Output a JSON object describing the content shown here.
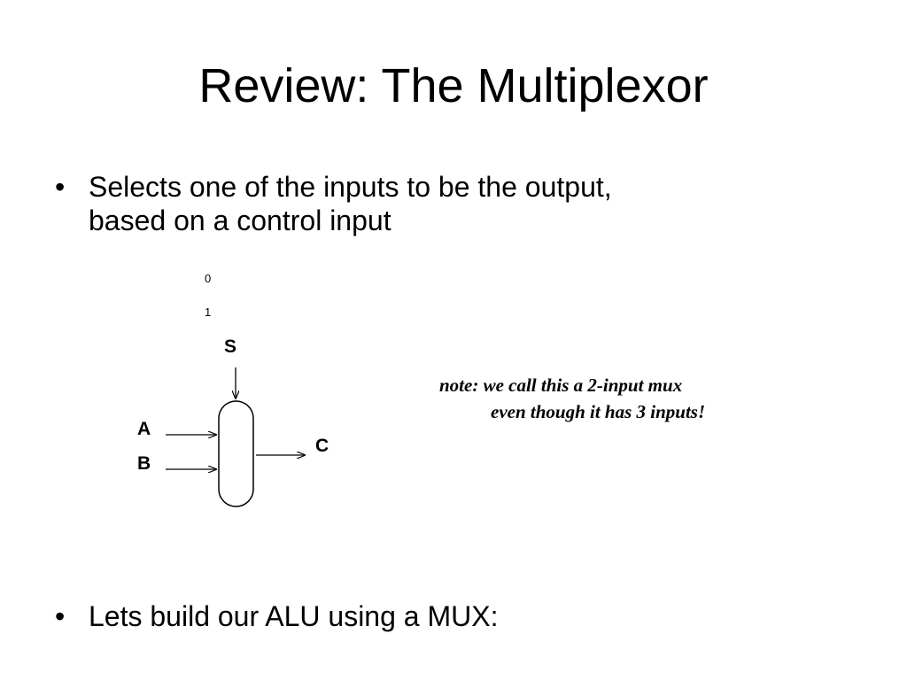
{
  "slide": {
    "title": "Review:  The Multiplexor",
    "bullet_char": "•",
    "bullets": [
      {
        "line1": "Selects one of the  inputs to be the output,",
        "line2": "based on a control input"
      },
      {
        "line1": "Lets build our ALU using a MUX:"
      }
    ]
  },
  "diagram": {
    "input_0_label": "0",
    "input_1_label": "1",
    "select_label": "S",
    "input_a_label": "A",
    "input_b_label": "B",
    "output_label": "C"
  },
  "note": {
    "line1": "note: we call this a 2-input mux",
    "line2": "even though it has 3 inputs!"
  },
  "colors": {
    "background": "#ffffff",
    "text": "#000000"
  }
}
